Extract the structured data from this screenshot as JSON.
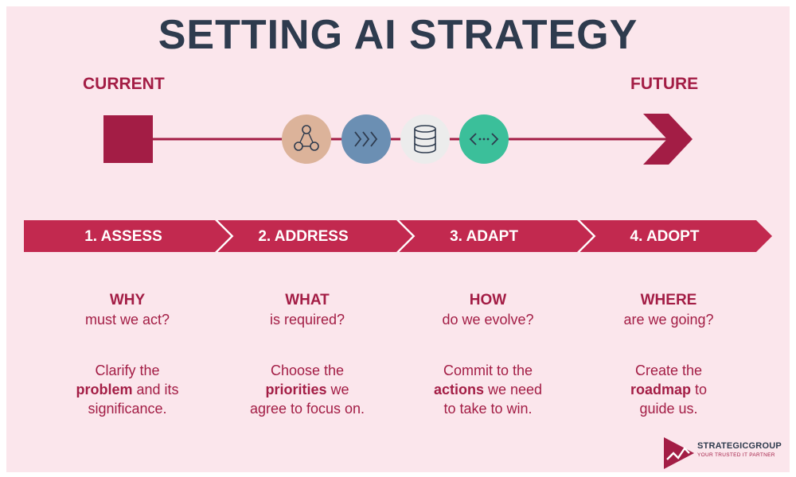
{
  "title": "SETTING AI STRATEGY",
  "timeline": {
    "start_label": "CURRENT",
    "end_label": "FUTURE",
    "icons": [
      {
        "name": "people-network-icon",
        "color": "#dcb39a"
      },
      {
        "name": "chevrons-icon",
        "color": "#6b8fb3"
      },
      {
        "name": "database-icon",
        "color": "#ececec"
      },
      {
        "name": "code-icon",
        "color": "#3bbf9a"
      }
    ]
  },
  "stages": [
    {
      "label": "1. ASSESS",
      "question": "WHY",
      "sub": "must we act?",
      "desc": [
        {
          "text": "Clarify the",
          "bold": false,
          "br": true
        },
        {
          "text": "problem",
          "bold": true,
          "br": false
        },
        {
          "text": " and its",
          "bold": false,
          "br": true
        },
        {
          "text": "significance.",
          "bold": false,
          "br": false
        }
      ]
    },
    {
      "label": "2. ADDRESS",
      "question": "WHAT",
      "sub": "is required?",
      "desc": [
        {
          "text": "Choose the",
          "bold": false,
          "br": true
        },
        {
          "text": "priorities",
          "bold": true,
          "br": false
        },
        {
          "text": " we",
          "bold": false,
          "br": true
        },
        {
          "text": "agree to focus on.",
          "bold": false,
          "br": false
        }
      ]
    },
    {
      "label": "3. ADAPT",
      "question": "HOW",
      "sub": "do we evolve?",
      "desc": [
        {
          "text": "Commit to the",
          "bold": false,
          "br": true
        },
        {
          "text": "actions",
          "bold": true,
          "br": false
        },
        {
          "text": " we need",
          "bold": false,
          "br": true
        },
        {
          "text": "to take to win.",
          "bold": false,
          "br": false
        }
      ]
    },
    {
      "label": "4. ADOPT",
      "question": "WHERE",
      "sub": "are we going?",
      "desc": [
        {
          "text": "Create the",
          "bold": false,
          "br": true
        },
        {
          "text": "roadmap",
          "bold": true,
          "br": false
        },
        {
          "text": " to",
          "bold": false,
          "br": true
        },
        {
          "text": "guide us.",
          "bold": false,
          "br": false
        }
      ]
    }
  ],
  "logo": {
    "name": "STRATEGICGROUP",
    "tagline": "YOUR TRUSTED IT PARTNER"
  },
  "colors": {
    "accent": "#a31d45",
    "banner": "#c2294f",
    "title": "#2e3b4e",
    "background": "#fbe6ec"
  }
}
